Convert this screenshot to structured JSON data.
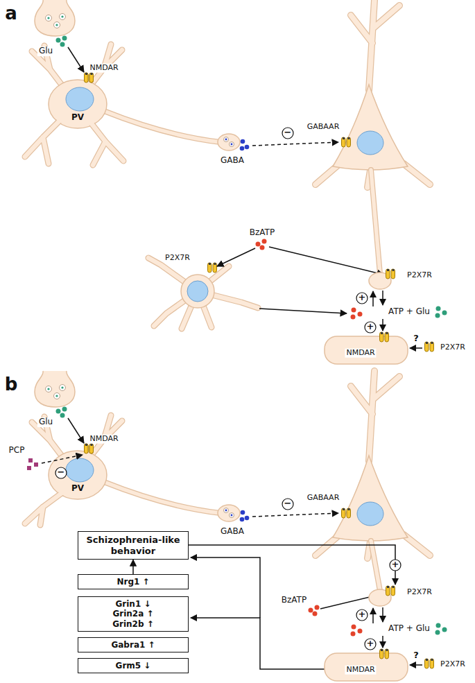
{
  "diagram": {
    "nodes": [
      {
        "text": [
          "Schizophrenia-like behavior"
        ]
      },
      {
        "text": [
          "Nrg1 ↑"
        ]
      },
      {
        "text": [
          "Grin1 ↓",
          "Grin2a ↑",
          "Grin2b ↑"
        ]
      },
      {
        "text": [
          "Gabra1 ↑"
        ]
      },
      {
        "text": [
          "Grm5 ↓"
        ]
      }
    ],
    "edges": [
      {
        "from": 1,
        "to": 0,
        "arrow": "to"
      }
    ],
    "labels": [
      "a",
      "Glu",
      "NMDAR",
      "PV",
      "GABA",
      "−",
      "GABAAR",
      "BzATP",
      "P2X7R",
      "P2X7R",
      "+",
      "ATP + Glu",
      "+",
      "?",
      "NMDAR",
      "P2X7R",
      "b",
      "Glu",
      "PCP",
      "−",
      "NMDAR",
      "PV",
      "GABA",
      "−",
      "GABAAR",
      "+",
      "BzATP",
      "P2X7R",
      "+",
      "ATP + Glu",
      "+",
      "?",
      "NMDAR",
      "P2X7R"
    ]
  }
}
